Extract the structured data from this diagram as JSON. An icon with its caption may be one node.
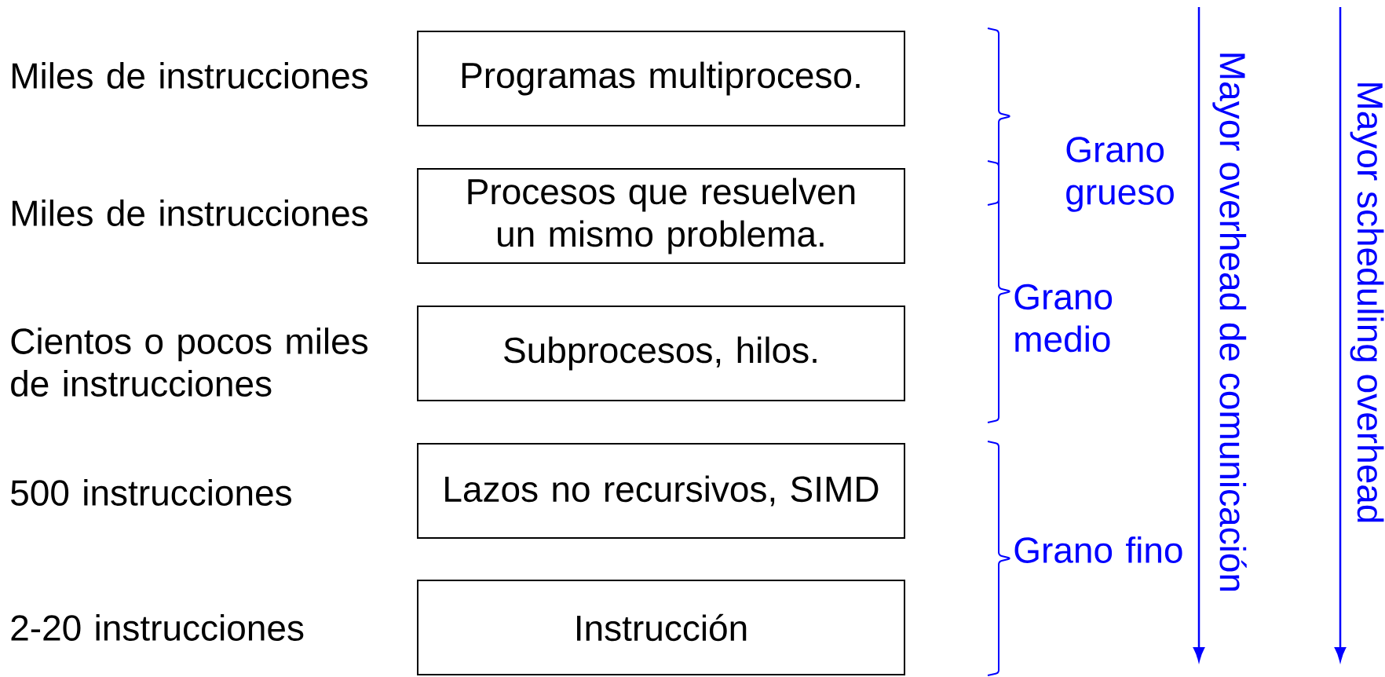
{
  "diagram": {
    "nodes": [
      {
        "text": [
          "Programas multiproceso."
        ],
        "beside": [
          "Miles de instrucciones"
        ]
      },
      {
        "text": [
          "Procesos que resuelven un mismo problema."
        ],
        "beside": [
          "Miles de instrucciones"
        ]
      },
      {
        "text": [
          "Subprocesos, hilos."
        ],
        "beside": [
          "Cientos o pocos miles de instrucciones"
        ]
      },
      {
        "text": [
          "Lazos no recursivos, SIMD"
        ],
        "beside": [
          "500 instrucciones"
        ]
      },
      {
        "text": [
          "Instrucción"
        ],
        "beside": [
          "2-20 instrucciones"
        ]
      }
    ],
    "labels": [
      "Grano grueso",
      "Grano medio",
      "Grano fino",
      "Mayor overhead de comunicación",
      "Mayor scheduling overhead"
    ]
  }
}
